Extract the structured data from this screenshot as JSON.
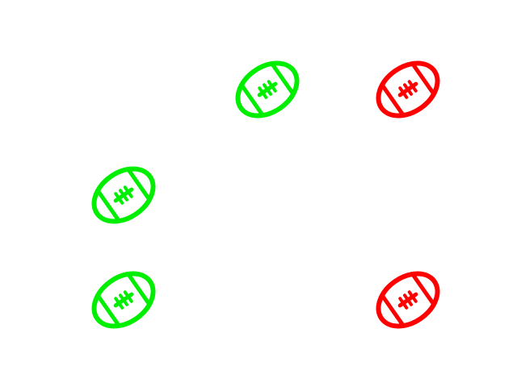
{
  "background_color": "#ffffff",
  "icon": "american-football-icon",
  "balls": [
    {
      "name": "football-green-1",
      "color": "#00ee00"
    },
    {
      "name": "football-red-1",
      "color": "#ff0000"
    },
    {
      "name": "football-green-2",
      "color": "#00ee00"
    },
    {
      "name": "football-green-3",
      "color": "#00ee00"
    },
    {
      "name": "football-red-2",
      "color": "#ff0000"
    }
  ]
}
